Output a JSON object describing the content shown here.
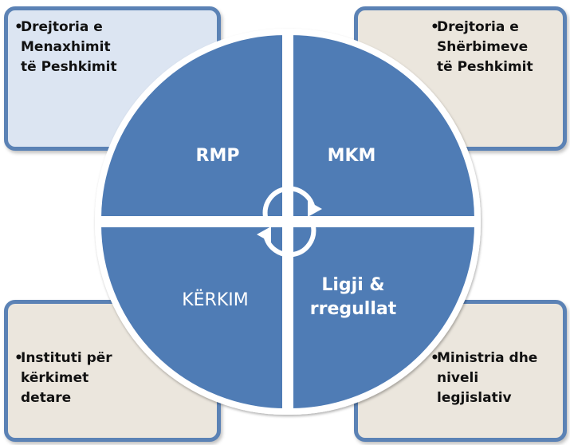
{
  "quadrants": {
    "top_left": "RMP",
    "top_right": "MKM",
    "bottom_left": "KËRKIM",
    "bottom_right_line1": "Ligji &",
    "bottom_right_line2": "rregullat"
  },
  "boxes": {
    "top_left": {
      "line1": "Drejtoria e",
      "line2": "Menaxhimit",
      "line3": "të Peshkimit"
    },
    "top_right": {
      "line1": "Drejtoria e",
      "line2": "Shërbimeve",
      "line3": "të Peshkimit"
    },
    "bottom_left": {
      "line1": "Instituti për",
      "line2": "kërkimet",
      "line3": "detare"
    },
    "bottom_right": {
      "line1": "Ministria dhe",
      "line2": "niveli",
      "line3": "legjislativ"
    }
  },
  "bullet": "•",
  "colors": {
    "circle": "#4f7bb5",
    "box_border": "#5b82b5",
    "box_fill_blue": "#dce5f2",
    "box_fill_beige": "#ebe6dd",
    "arrow": "#ffffff"
  },
  "icons": {
    "center": "cycle-arrows-icon"
  }
}
